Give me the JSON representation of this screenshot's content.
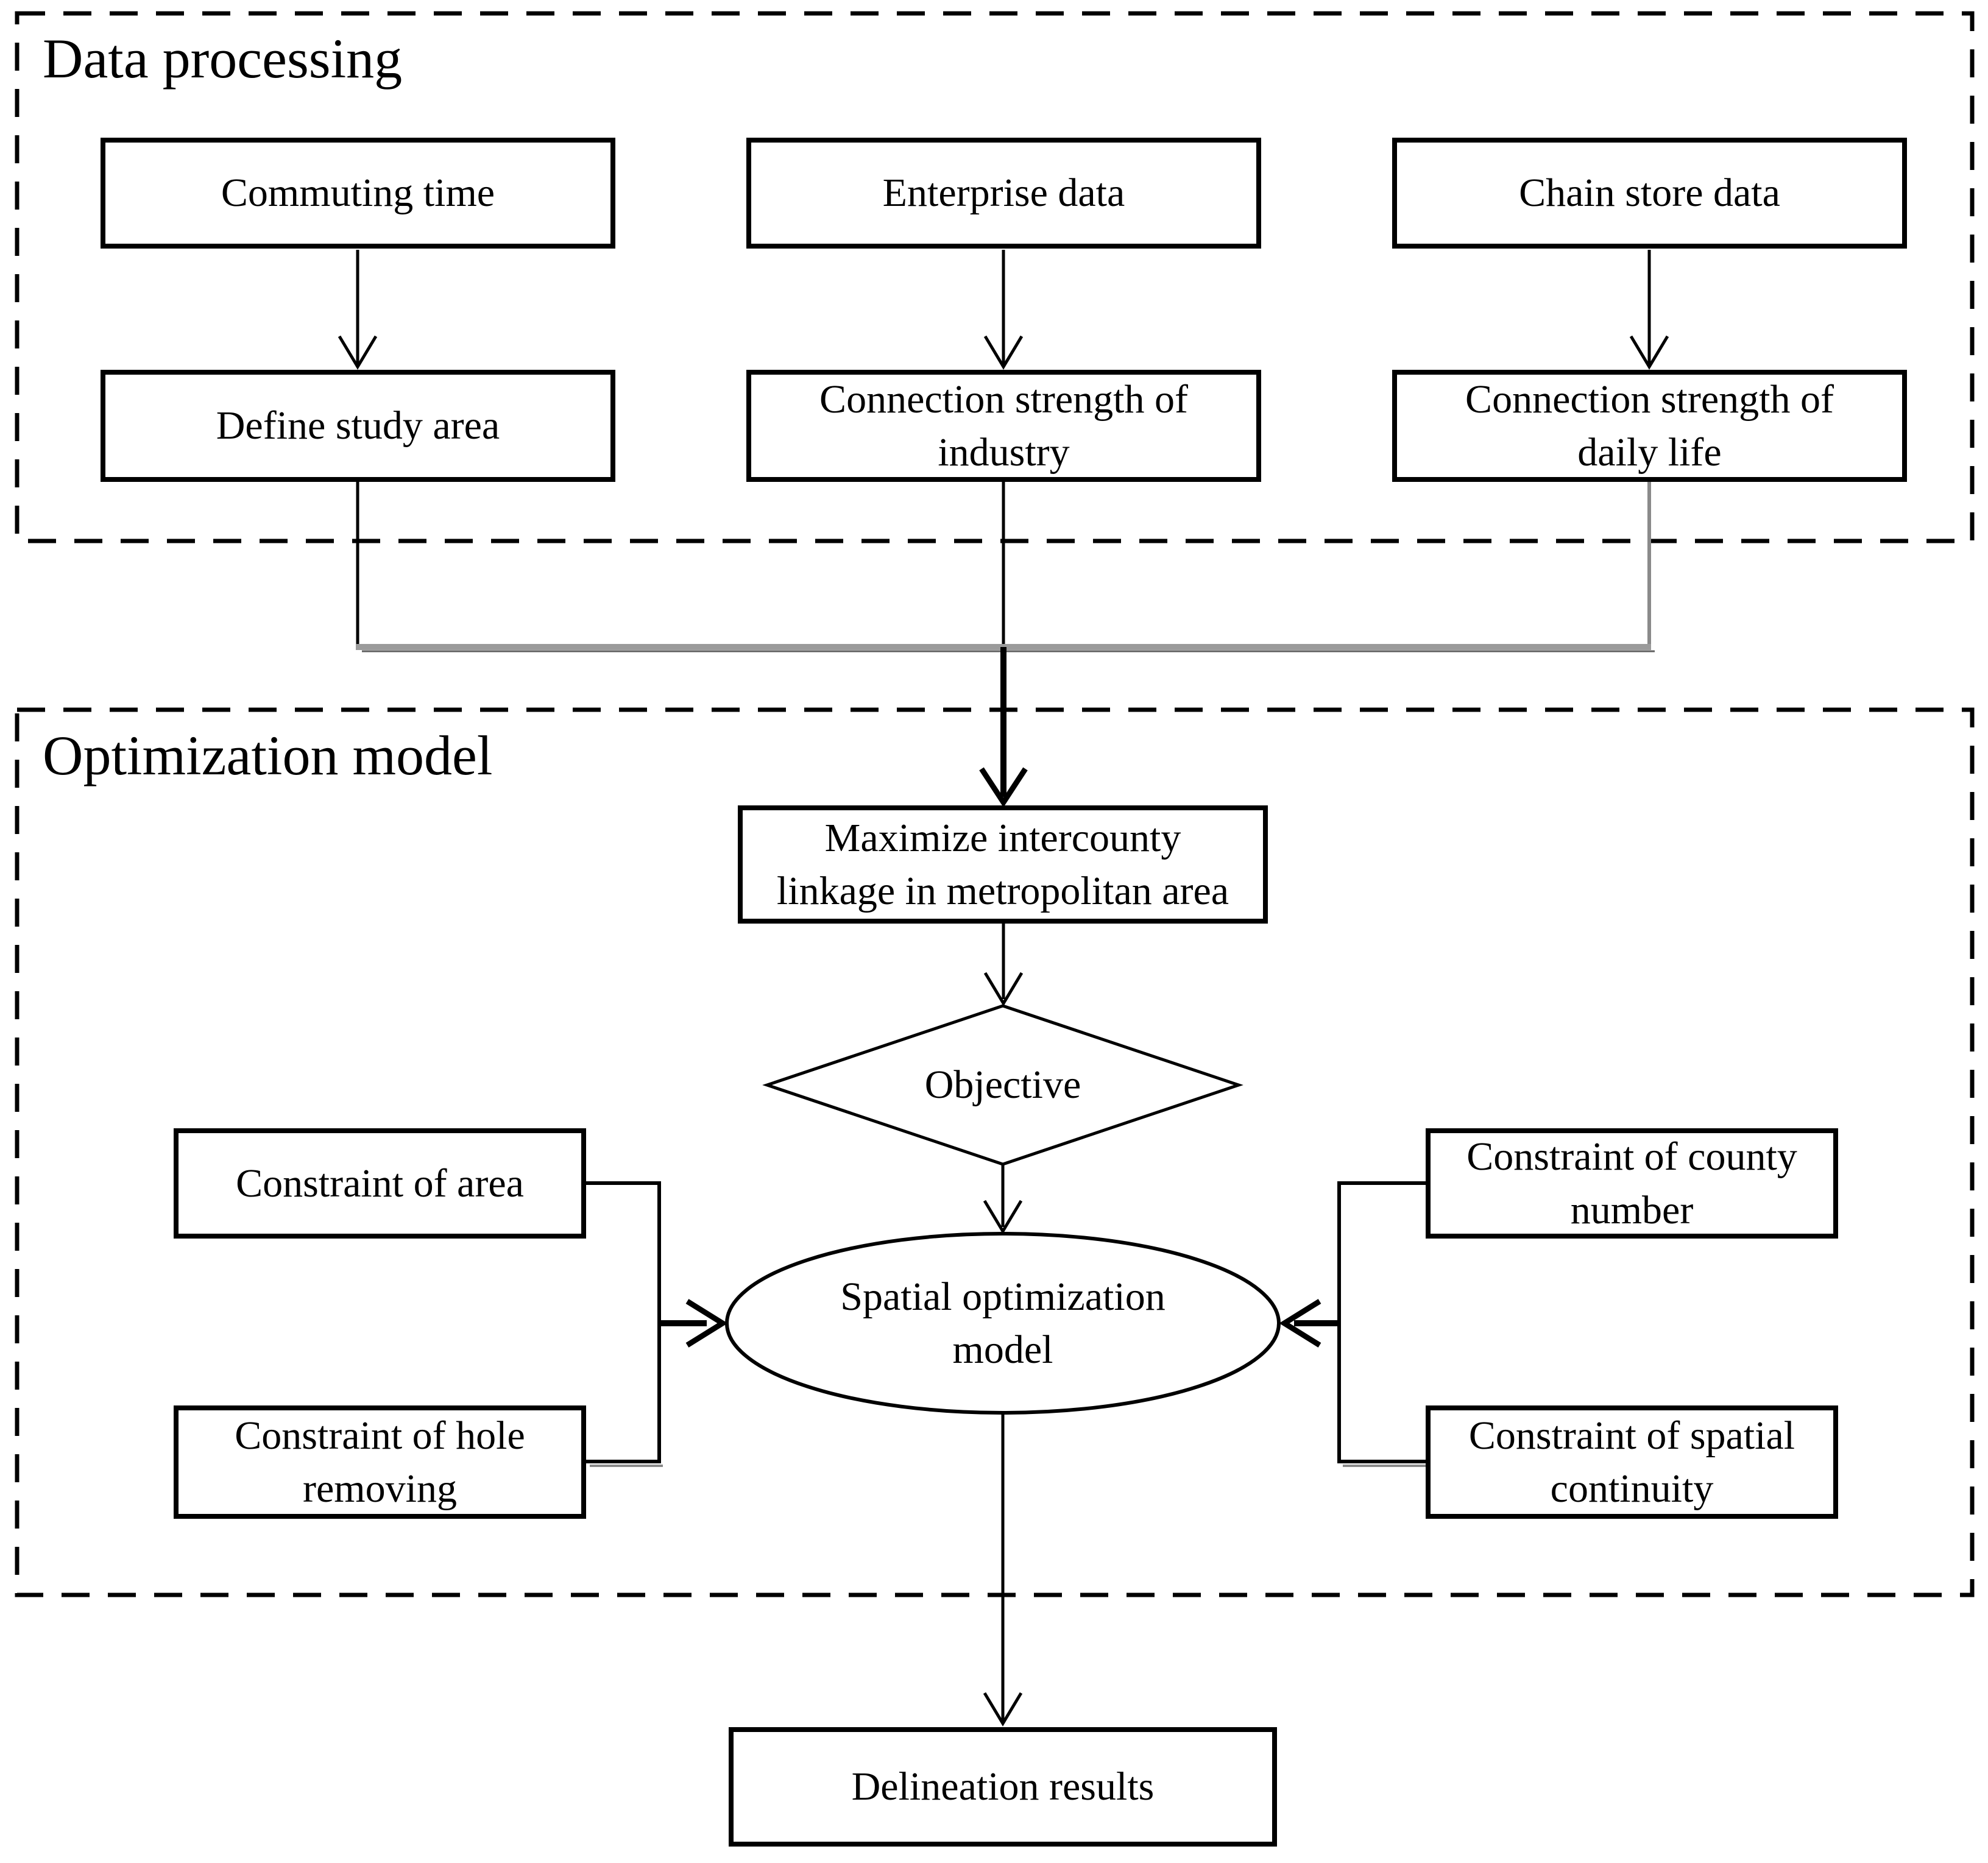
{
  "diagram": {
    "type": "flowchart",
    "background": "#ffffff"
  },
  "colors": {
    "line": "#000000",
    "merge_connector_gray": "#9b9b9b",
    "merge_connector_shadow": "#5f5f5f",
    "box_border": "#000000",
    "text": "#000000"
  },
  "sections": {
    "data_processing": {
      "label": "Data processing"
    },
    "optimization_model": {
      "label": "Optimization model"
    }
  },
  "nodes": {
    "commuting_time": {
      "shape": "rect",
      "lines": [
        "Commuting time"
      ]
    },
    "enterprise_data": {
      "shape": "rect",
      "lines": [
        "Enterprise data"
      ]
    },
    "chain_store_data": {
      "shape": "rect",
      "lines": [
        "Chain store data"
      ]
    },
    "define_study_area": {
      "shape": "rect",
      "lines": [
        "Define study area"
      ]
    },
    "connection_industry": {
      "shape": "rect",
      "lines": [
        "Connection strength of",
        "industry"
      ]
    },
    "connection_daily_life": {
      "shape": "rect",
      "lines": [
        "Connection strength of",
        "daily life"
      ]
    },
    "maximize_linkage": {
      "shape": "rect",
      "lines": [
        "Maximize intercounty",
        "linkage in metropolitan area"
      ]
    },
    "objective": {
      "shape": "diamond",
      "lines": [
        "Objective"
      ]
    },
    "spatial_model": {
      "shape": "ellipse",
      "lines": [
        "Spatial optimization",
        "model"
      ]
    },
    "constraint_area": {
      "shape": "rect",
      "lines": [
        "Constraint of area"
      ]
    },
    "constraint_hole": {
      "shape": "rect",
      "lines": [
        "Constraint of hole",
        "removing"
      ]
    },
    "constraint_county": {
      "shape": "rect",
      "lines": [
        "Constraint of county",
        "number"
      ]
    },
    "constraint_continuity": {
      "shape": "rect",
      "lines": [
        "Constraint of spatial",
        "continuity"
      ]
    },
    "delineation_results": {
      "shape": "rect",
      "lines": [
        "Delineation results"
      ]
    }
  },
  "edges": [
    {
      "from": "commuting_time",
      "to": "define_study_area"
    },
    {
      "from": "enterprise_data",
      "to": "connection_industry"
    },
    {
      "from": "chain_store_data",
      "to": "connection_daily_life"
    },
    {
      "from": "define_study_area",
      "to": "maximize_linkage"
    },
    {
      "from": "connection_industry",
      "to": "maximize_linkage"
    },
    {
      "from": "connection_daily_life",
      "to": "maximize_linkage"
    },
    {
      "from": "maximize_linkage",
      "to": "objective"
    },
    {
      "from": "objective",
      "to": "spatial_model"
    },
    {
      "from": "constraint_area",
      "to": "spatial_model"
    },
    {
      "from": "constraint_hole",
      "to": "spatial_model"
    },
    {
      "from": "constraint_county",
      "to": "spatial_model"
    },
    {
      "from": "constraint_continuity",
      "to": "spatial_model"
    },
    {
      "from": "spatial_model",
      "to": "delineation_results"
    }
  ]
}
